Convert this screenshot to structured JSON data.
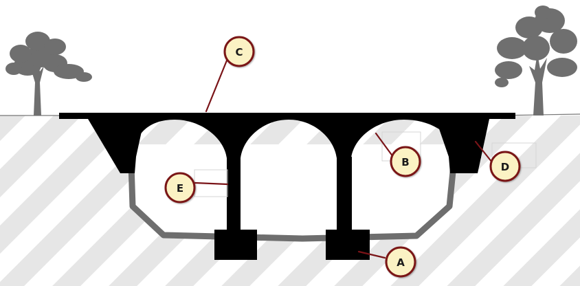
{
  "diagram": {
    "callouts": [
      {
        "id": "A",
        "label": "A",
        "target": "foundation-footing"
      },
      {
        "id": "B",
        "label": "B",
        "target": "arch"
      },
      {
        "id": "C",
        "label": "C",
        "target": "deck"
      },
      {
        "id": "D",
        "label": "D",
        "target": "abutment"
      },
      {
        "id": "E",
        "label": "E",
        "target": "pier"
      }
    ],
    "colors": {
      "structure": "#000000",
      "ground_line": "#6e6e6e",
      "hatch": "#e6e6e6",
      "trees": "#6f6f6f",
      "callout_fill": "#fbf2c4",
      "callout_stroke": "#7a1418",
      "leader": "#7a1418"
    }
  }
}
